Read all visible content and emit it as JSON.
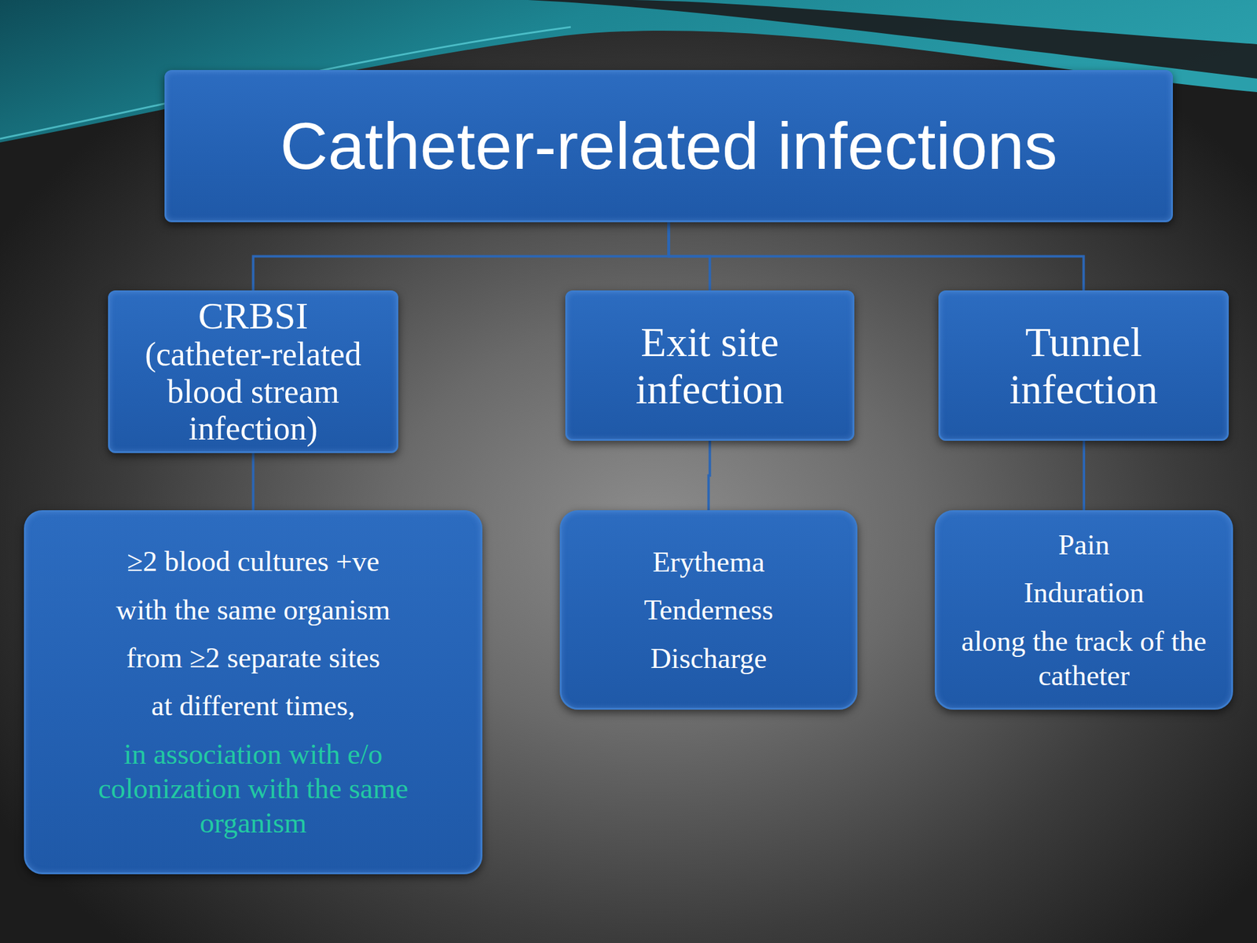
{
  "diagram": {
    "nodes": [
      {
        "text": [
          "Catheter-related infections"
        ]
      },
      {
        "text": [
          "CRBSI",
          "(catheter-related blood stream infection)"
        ]
      },
      {
        "text": [
          "Exit site infection"
        ]
      },
      {
        "text": [
          "Tunnel infection"
        ]
      },
      {
        "text": [
          "≥2 blood cultures +ve",
          "with the same organism",
          "from ≥2 separate sites",
          "at different times,",
          "in association with e/o colonization with the same organism"
        ]
      },
      {
        "text": [
          "Erythema",
          "Tenderness",
          "Discharge"
        ]
      },
      {
        "text": [
          "Pain",
          "Induration",
          "along the track of the catheter"
        ]
      }
    ],
    "edges": [
      {
        "from": 0,
        "to": 1,
        "arrow": "none"
      },
      {
        "from": 0,
        "to": 2,
        "arrow": "none"
      },
      {
        "from": 0,
        "to": 3,
        "arrow": "none"
      },
      {
        "from": 1,
        "to": 4,
        "arrow": "none"
      },
      {
        "from": 2,
        "to": 5,
        "arrow": "none"
      },
      {
        "from": 3,
        "to": 6,
        "arrow": "none"
      }
    ]
  }
}
